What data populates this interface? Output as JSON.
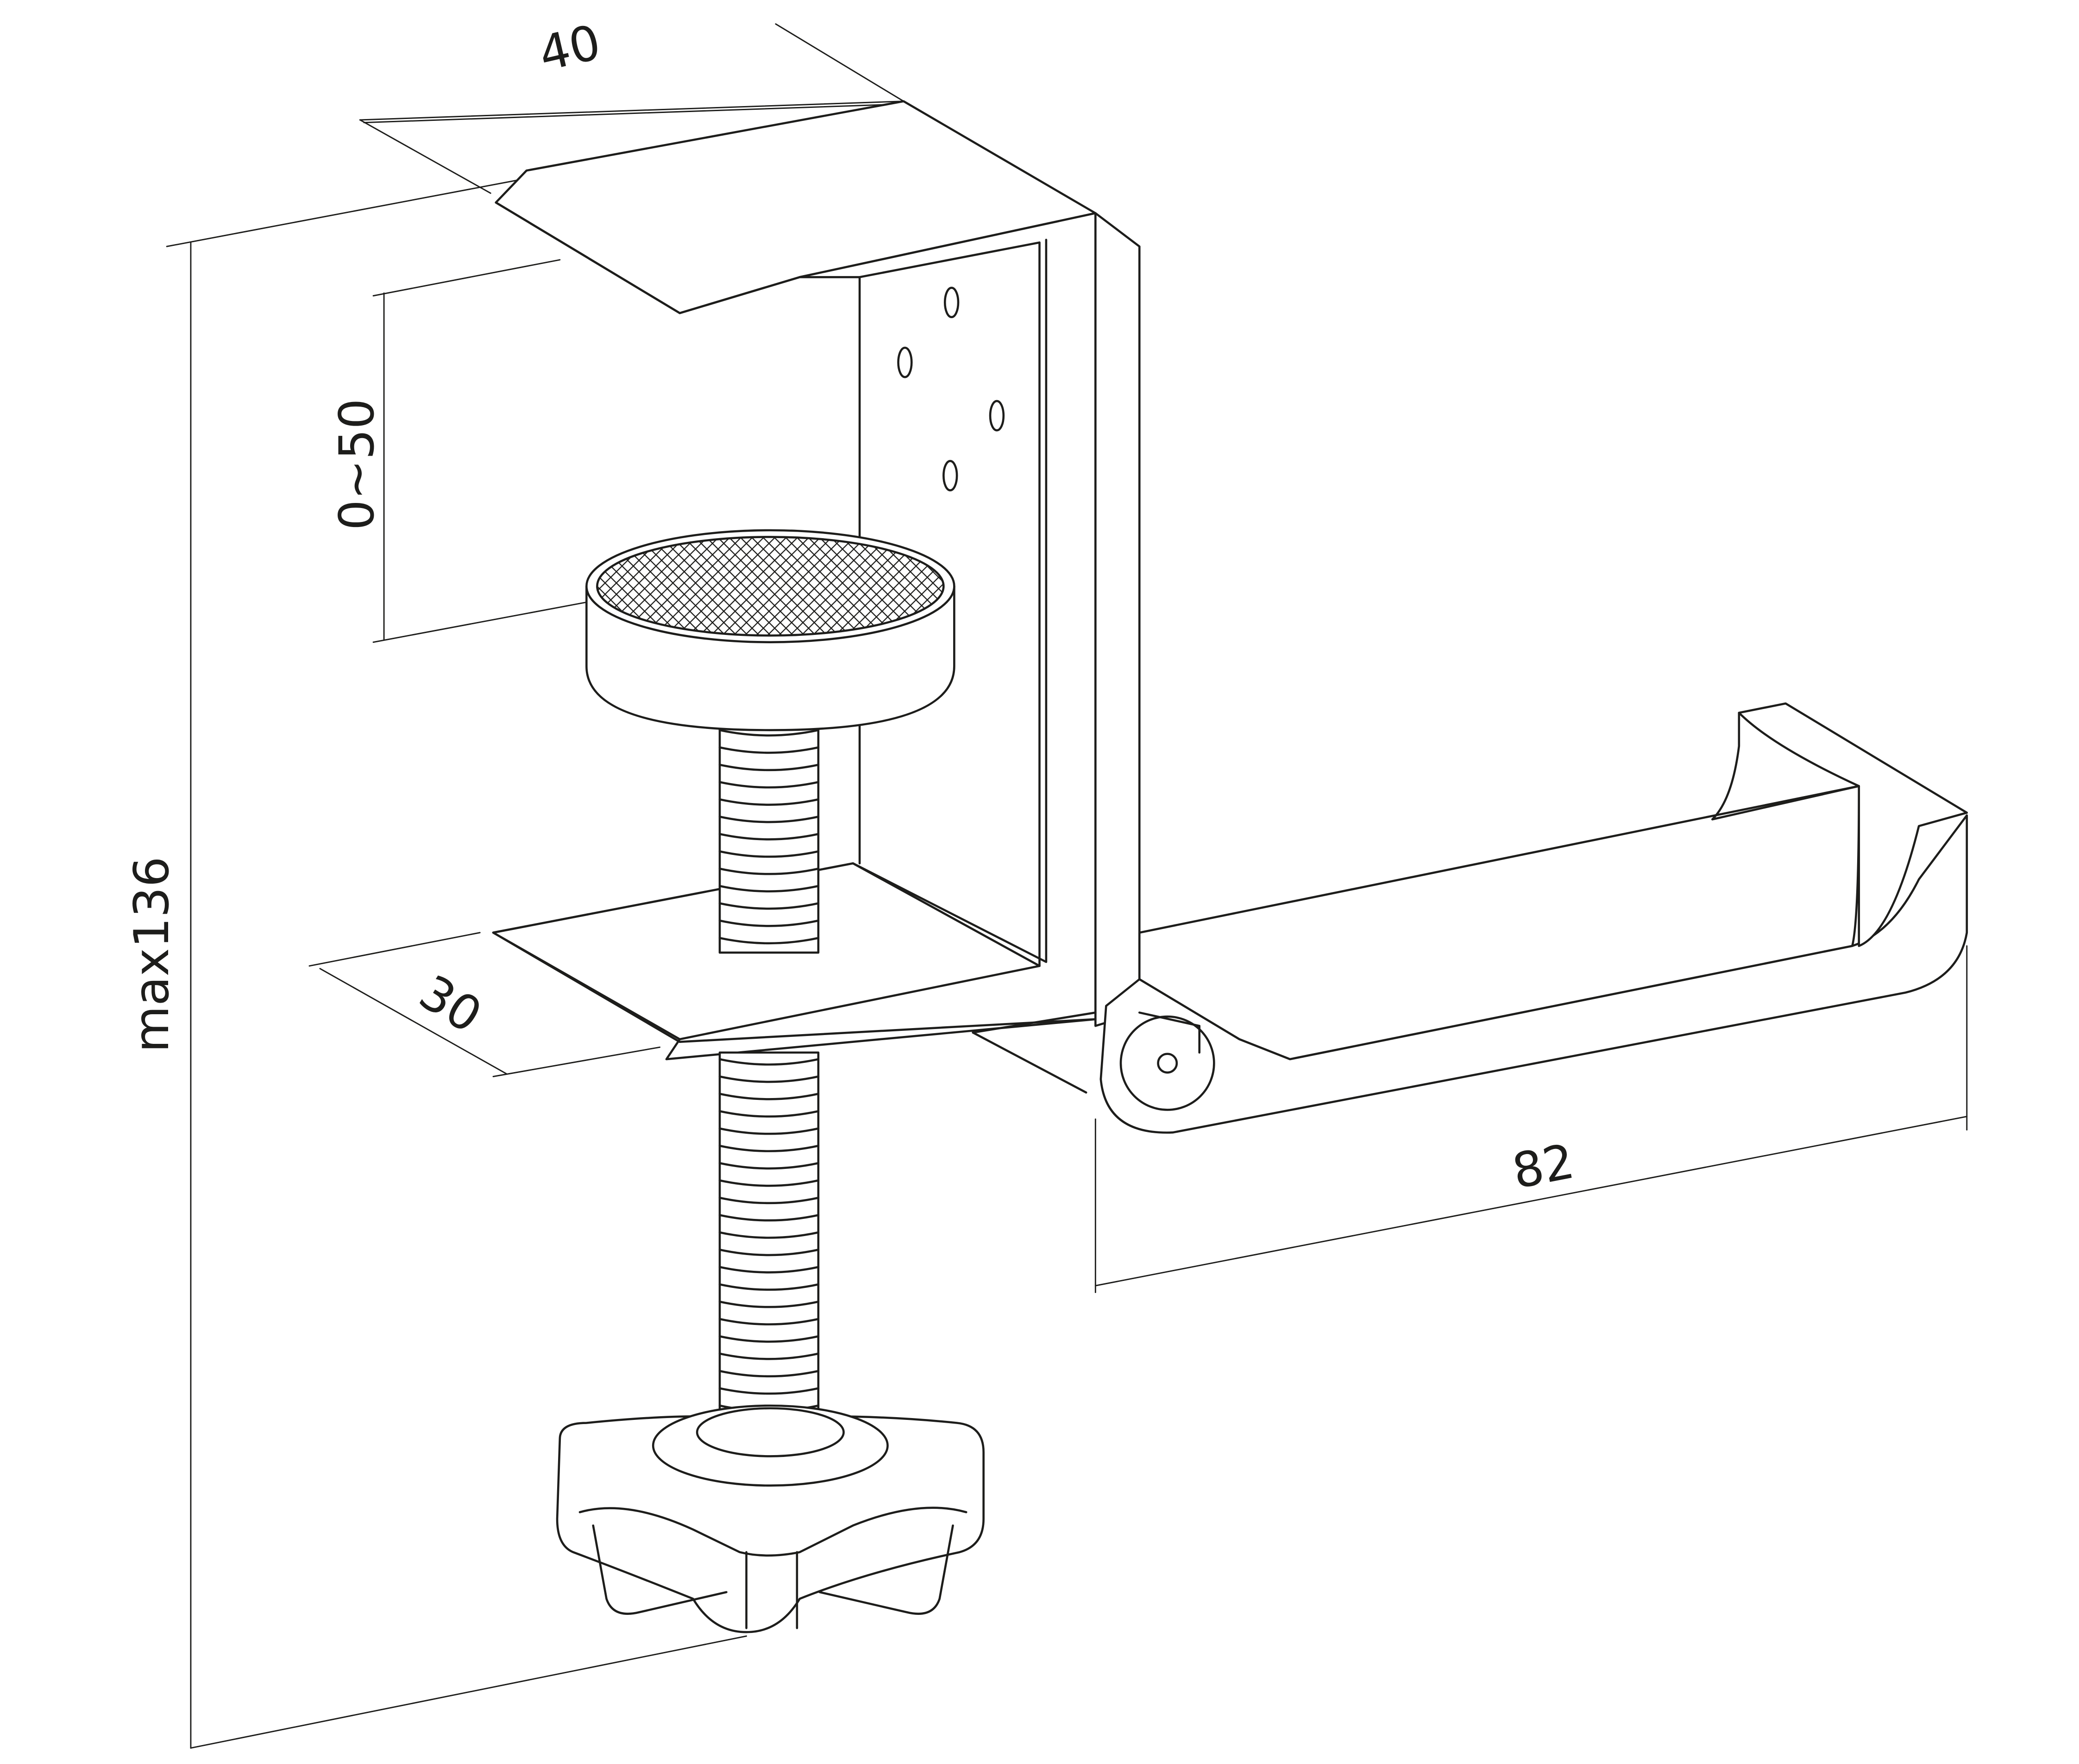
{
  "drawing": {
    "subject": "Desk clamp headphone hanger",
    "line_color": "#1d1d1b",
    "background": "#ffffff",
    "units": "mm"
  },
  "dimensions": {
    "top_width": "40",
    "clamp_opening": "0~50",
    "max_height": "max136",
    "base_depth": "30",
    "arm_length": "82"
  }
}
